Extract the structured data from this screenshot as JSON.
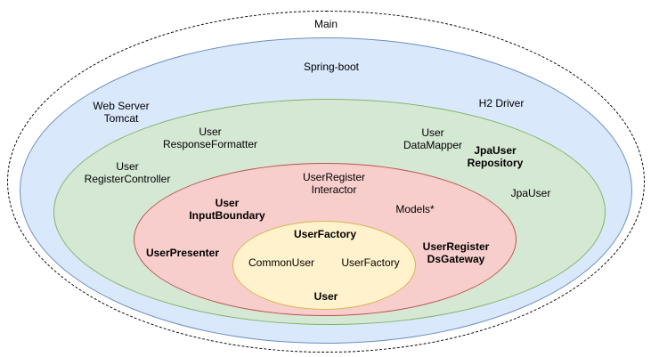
{
  "diagram_type": "clean-architecture-onion",
  "colors": {
    "outer_fill": "#ffffff",
    "outer_stroke": "#000000",
    "blue_fill": "#dae8fc",
    "blue_stroke": "#6c8ebf",
    "green_fill": "#d5e8d4",
    "green_stroke": "#82b366",
    "red_fill": "#f8cecc",
    "red_stroke": "#b85450",
    "yellow_fill": "#fff2cc",
    "yellow_stroke": "#d6b656",
    "text": "#000000"
  },
  "labels": {
    "main": "Main",
    "spring_boot": "Spring-boot",
    "web_server_tomcat": "Web Server\nTomcat",
    "h2_driver": "H2 Driver",
    "user_response_formatter": "User\nResponseFormatter",
    "user_data_mapper": "User\nDataMapper",
    "jpa_user_repository": "JpaUser\nRepository",
    "user_register_controller": "User\nRegisterController",
    "jpa_user": "JpaUser",
    "user_register_interactor": "UserRegister\nInteractor",
    "user_input_boundary": "User\nInputBoundary",
    "models": "Models*",
    "user_presenter": "UserPresenter",
    "user_register_ds_gateway": "UserRegister\nDsGateway",
    "user_factory_interface": "UserFactory",
    "common_user": "CommonUser",
    "user_factory_impl": "UserFactory",
    "user_entity": "User"
  }
}
